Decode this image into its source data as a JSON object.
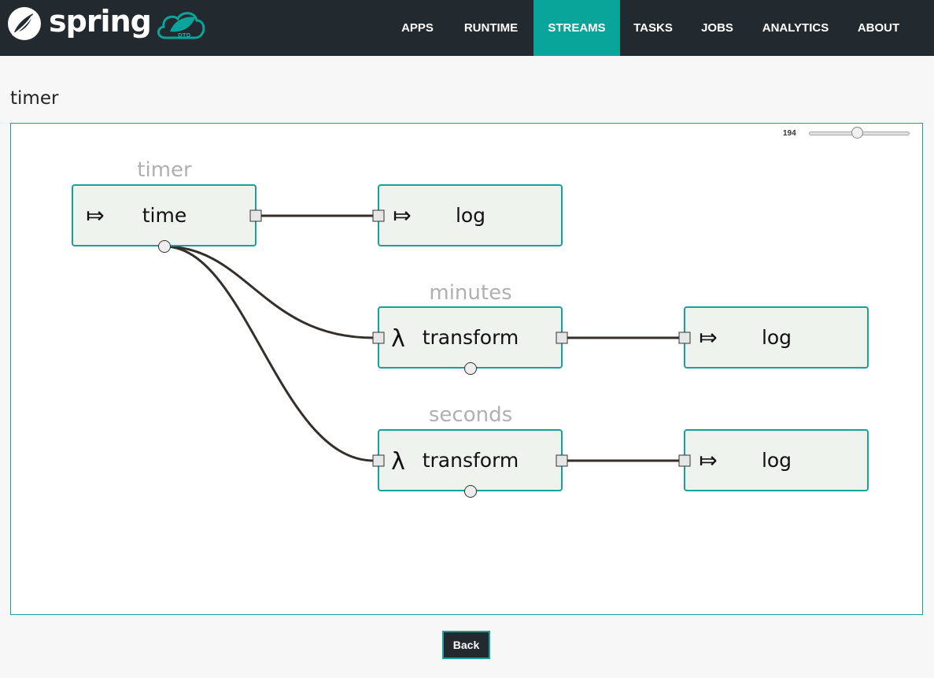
{
  "app": {
    "brand": "spring",
    "brand_sub": "DTD",
    "nav": [
      {
        "label": "APPS",
        "active": false
      },
      {
        "label": "RUNTIME",
        "active": false
      },
      {
        "label": "STREAMS",
        "active": true
      },
      {
        "label": "TASKS",
        "active": false
      },
      {
        "label": "JOBS",
        "active": false
      },
      {
        "label": "ANALYTICS",
        "active": false
      },
      {
        "label": "ABOUT",
        "active": false
      }
    ]
  },
  "page": {
    "title": "timer",
    "zoom_value": "194",
    "zoom_level": 0.48,
    "back_label": "Back"
  },
  "graph": {
    "stream_labels": {
      "timer": "timer",
      "minutes": "minutes",
      "seconds": "seconds"
    },
    "nodes": {
      "time": {
        "label": "time",
        "icon": "source-arrow-icon",
        "glyph": "⤇"
      },
      "log1": {
        "label": "log",
        "icon": "sink-arrow-icon",
        "glyph": "⤇"
      },
      "transform1": {
        "label": "transform",
        "icon": "lambda-icon",
        "glyph": "λ"
      },
      "log2": {
        "label": "log",
        "icon": "sink-arrow-icon",
        "glyph": "⤇"
      },
      "transform2": {
        "label": "transform",
        "icon": "lambda-icon",
        "glyph": "λ"
      },
      "log3": {
        "label": "log",
        "icon": "sink-arrow-icon",
        "glyph": "⤇"
      }
    }
  },
  "colors": {
    "header_bg": "#232a2f",
    "accent": "#0aa59a",
    "node_fill": "#eef3ee",
    "node_border": "#18a19b",
    "link": "#332f2c",
    "stream_label": "#b0b0b0"
  }
}
